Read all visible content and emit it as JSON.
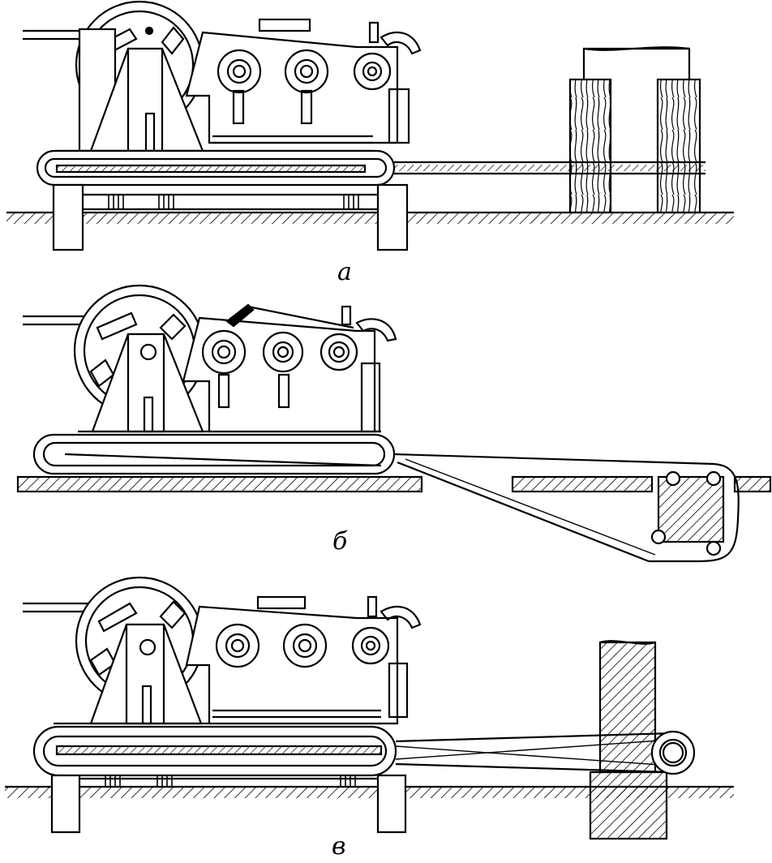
{
  "figure": {
    "panels": [
      {
        "id": "a",
        "label": "а",
        "anchor": "wooden-posts"
      },
      {
        "id": "b",
        "label": "б",
        "anchor": "buried-block"
      },
      {
        "id": "v",
        "label": "в",
        "anchor": "column"
      }
    ],
    "colors": {
      "ink": "#000000",
      "paper": "#ffffff"
    }
  }
}
